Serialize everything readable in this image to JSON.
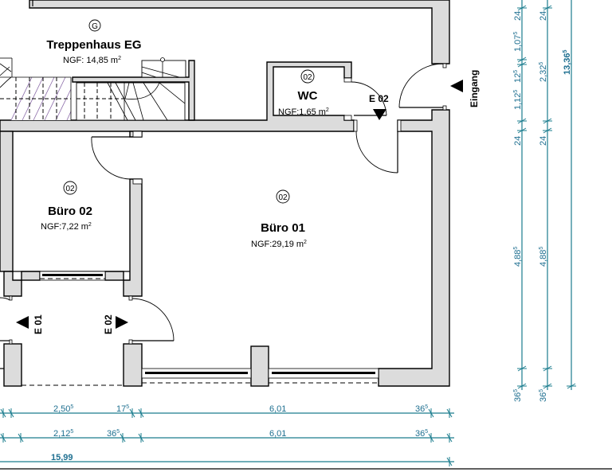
{
  "rooms": [
    {
      "id": "treppenhaus",
      "tag": "G",
      "name": "Treppenhaus EG",
      "area_label": "NGF:",
      "area_value": "14,85 m",
      "area_unit_sup": "2"
    },
    {
      "id": "wc",
      "tag": "02",
      "name": "WC",
      "area_label": "NGF:",
      "area_value": "1,65 m",
      "area_unit_sup": "2"
    },
    {
      "id": "buero02",
      "tag": "02",
      "name": "Büro 02",
      "area_label": "NGF:",
      "area_value": "7,22 m",
      "area_unit_sup": "2"
    },
    {
      "id": "buero01",
      "tag": "02",
      "name": "Büro 01",
      "area_label": "NGF:",
      "area_value": "29,19 m",
      "area_unit_sup": "2"
    }
  ],
  "doors": {
    "e02_top": "E 02",
    "e01_left": "E 01",
    "e02_left": "E 02",
    "entrance": "Eingang"
  },
  "dimensions": {
    "horizontal_row1": [
      {
        "main": "2,50",
        "sup": "5"
      },
      {
        "main": "17",
        "sup": "5"
      },
      {
        "main": "6,01",
        "sup": ""
      },
      {
        "main": "36",
        "sup": "5"
      }
    ],
    "horizontal_row2": [
      {
        "main": "2,12",
        "sup": "5"
      },
      {
        "main": "36",
        "sup": "5"
      },
      {
        "main": "6,01",
        "sup": ""
      },
      {
        "main": "36",
        "sup": "5"
      }
    ],
    "horizontal_total": "15,99",
    "vertical_col1": [
      {
        "main": "24",
        "sup": ""
      },
      {
        "main": "1,07",
        "sup": "5"
      },
      {
        "main": "12",
        "sup": "5"
      },
      {
        "main": "1,12",
        "sup": "5"
      },
      {
        "main": "24",
        "sup": ""
      },
      {
        "main": "4,88",
        "sup": "5"
      },
      {
        "main": "36",
        "sup": "5"
      }
    ],
    "vertical_col2": [
      {
        "main": "24",
        "sup": ""
      },
      {
        "main": "2,32",
        "sup": "5"
      },
      {
        "main": "24",
        "sup": ""
      },
      {
        "main": "4,88",
        "sup": "5"
      },
      {
        "main": "36",
        "sup": "5"
      }
    ],
    "vertical_total": {
      "main": "13,36",
      "sup": "5"
    }
  },
  "colors": {
    "wall_fill": "#dcdcdc",
    "dimension_line": "#1a7c8e",
    "dimension_text": "#1e6f90",
    "hatch": "#8a6aa8"
  }
}
